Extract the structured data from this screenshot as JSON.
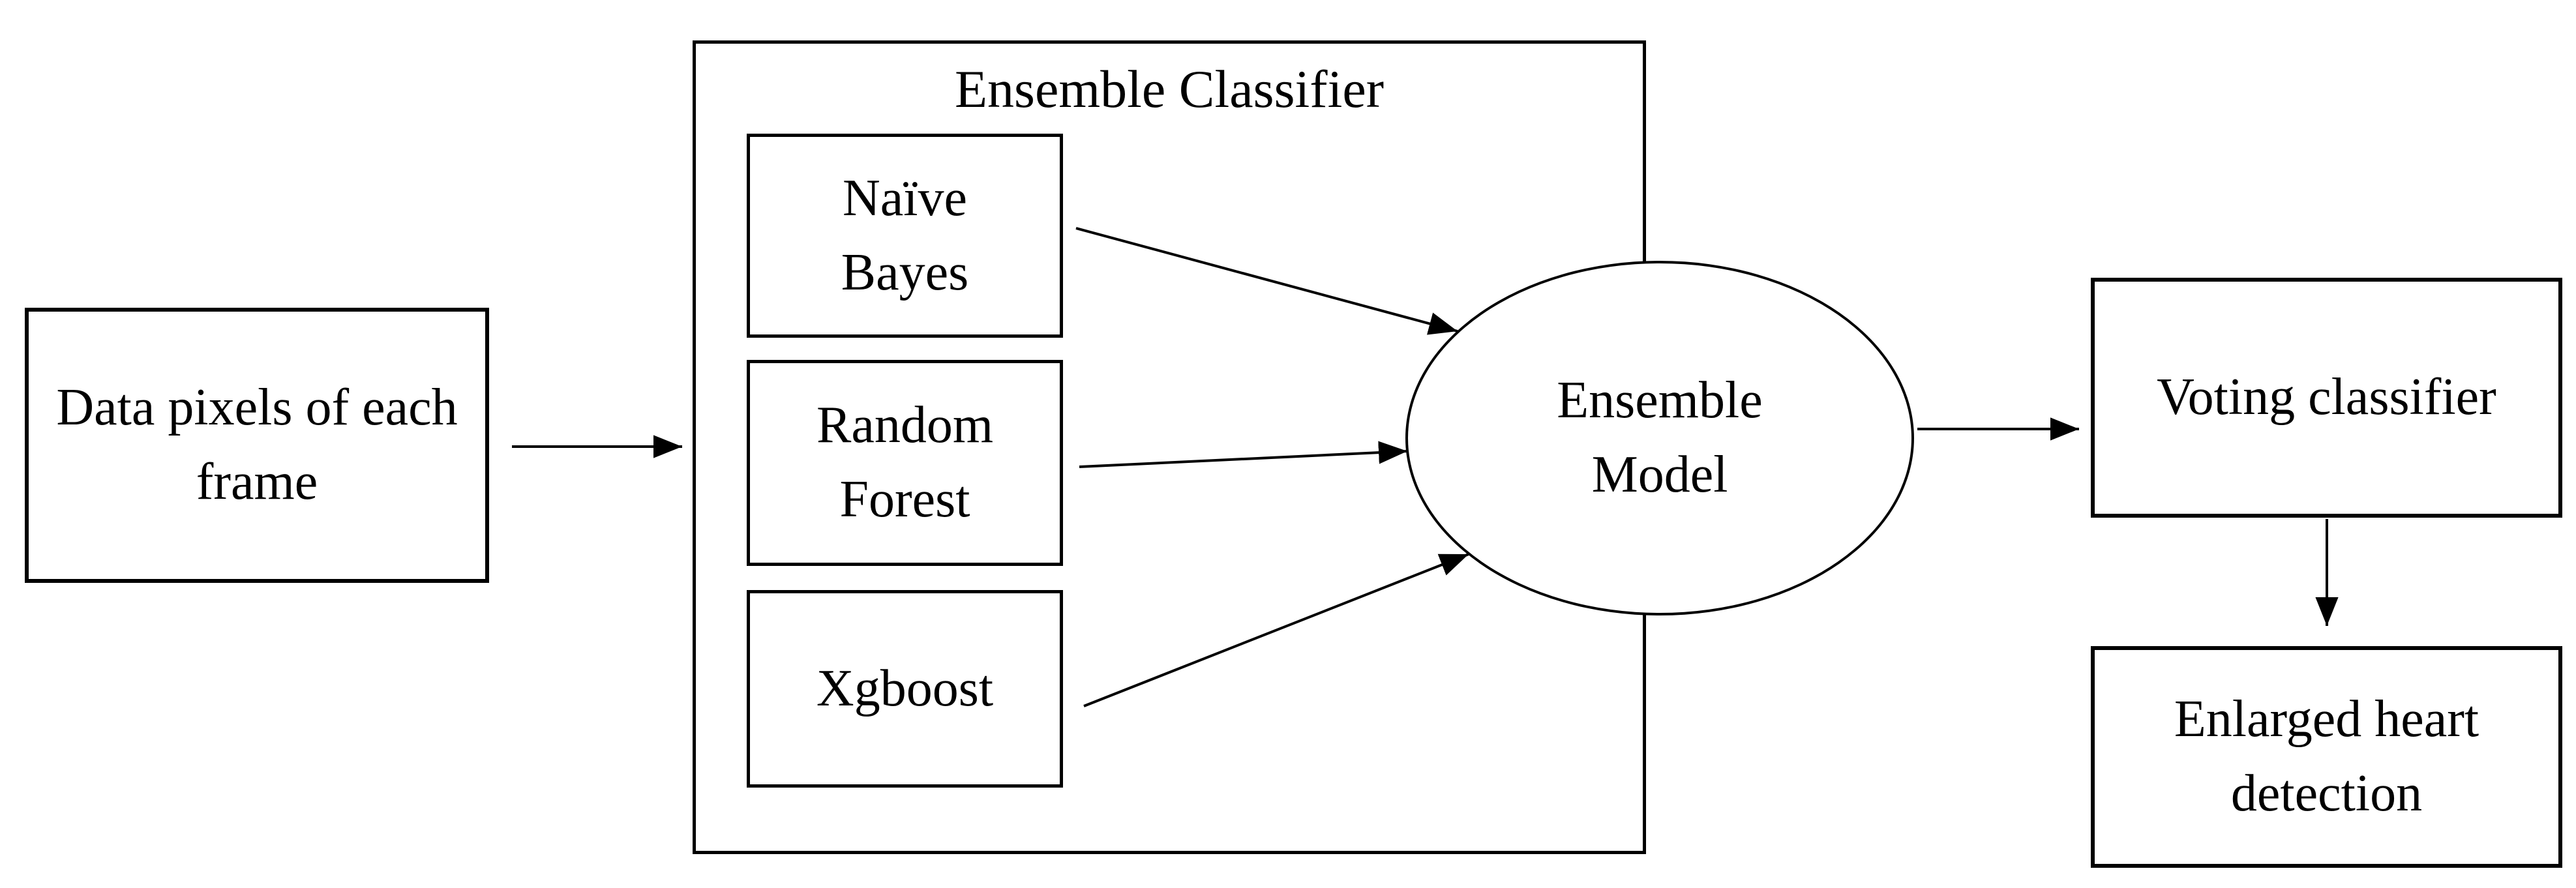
{
  "diagram": {
    "background": "#ffffff",
    "stroke_color": "#000000",
    "text_color": "#000000",
    "group": {
      "title": "Ensemble Classifier"
    },
    "nodes": {
      "data_pixels": {
        "label": "Data pixels of each frame",
        "shape": "rectangle"
      },
      "naive_bayes": {
        "label": "Naïve Bayes",
        "shape": "rectangle"
      },
      "random_forest": {
        "label": "Random Forest",
        "shape": "rectangle"
      },
      "xgboost": {
        "label": "Xgboost",
        "shape": "rectangle"
      },
      "ensemble_model": {
        "label": "Ensemble Model",
        "shape": "ellipse"
      },
      "voting_classifier": {
        "label": "Voting classifier",
        "shape": "rectangle"
      },
      "enlarged_heart_detection": {
        "label": "Enlarged heart detection",
        "shape": "rectangle"
      }
    },
    "edges": [
      {
        "from": "data_pixels",
        "to": "ensemble_classifier_group"
      },
      {
        "from": "naive_bayes",
        "to": "ensemble_model"
      },
      {
        "from": "random_forest",
        "to": "ensemble_model"
      },
      {
        "from": "xgboost",
        "to": "ensemble_model"
      },
      {
        "from": "ensemble_model",
        "to": "voting_classifier"
      },
      {
        "from": "voting_classifier",
        "to": "enlarged_heart_detection"
      }
    ]
  }
}
